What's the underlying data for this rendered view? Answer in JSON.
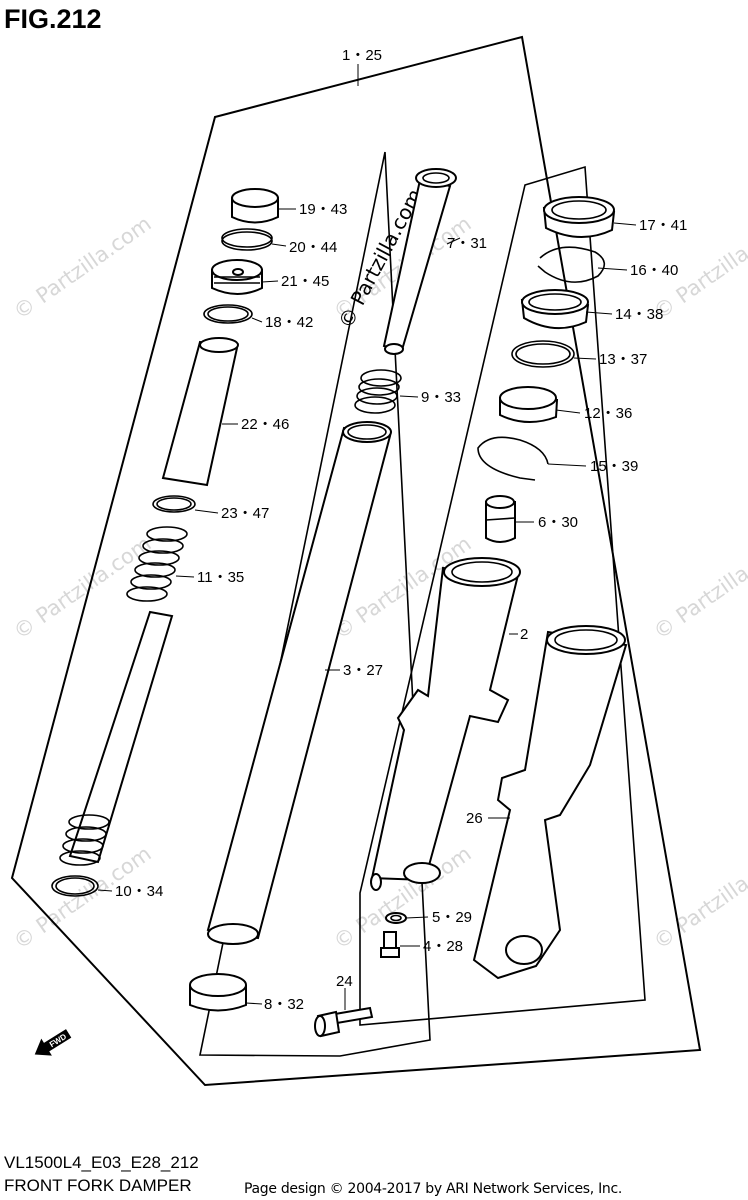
{
  "figure": {
    "title": "FIG.212",
    "code": "VL1500L4_E03_E28_212",
    "name": "FRONT FORK DAMPER",
    "copyright": "Page design © 2004-2017 by ARI Network Services, Inc.",
    "watermark": "© Partzilla.com",
    "fwd_label": "FWD"
  },
  "callouts": {
    "c1": "1・25",
    "c19": "19・43",
    "c20": "20・44",
    "c21": "21・45",
    "c18": "18・42",
    "c22": "22・46",
    "c23": "23・47",
    "c11": "11・35",
    "c10": "10・34",
    "c7": "7・31",
    "c9": "9・33",
    "c3": "3・27",
    "c8": "8・32",
    "c24": "24",
    "c17": "17・41",
    "c16": "16・40",
    "c14": "14・38",
    "c13": "13・37",
    "c12": "12・36",
    "c15": "15・39",
    "c6": "6・30",
    "c2": "2",
    "c26": "26",
    "c5": "5・29",
    "c4": "4・28"
  }
}
